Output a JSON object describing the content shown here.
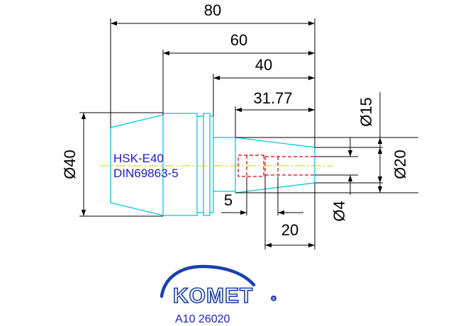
{
  "dimensions": {
    "overall_length": "80",
    "length_60": "60",
    "length_40": "40",
    "taper_length": "31.77",
    "dia_40": "Ø40",
    "dia_15": "Ø15",
    "dia_20": "Ø20",
    "dia_4": "Ø4",
    "offset_5": "5",
    "bore_20": "20"
  },
  "labels": {
    "interface": "HSK-E40",
    "standard": "DIN69863-5"
  },
  "logo": {
    "brand": "KOMET",
    "registered_mark": "®"
  },
  "article_number": "A10 26020",
  "colors": {
    "outline": "#00c8e0",
    "hidden_bore": "#e00000",
    "centerline": "#e0c800",
    "dimension": "#000000",
    "text_blue": "#1a1ad0",
    "logo_blue": "#1a3fb0"
  }
}
